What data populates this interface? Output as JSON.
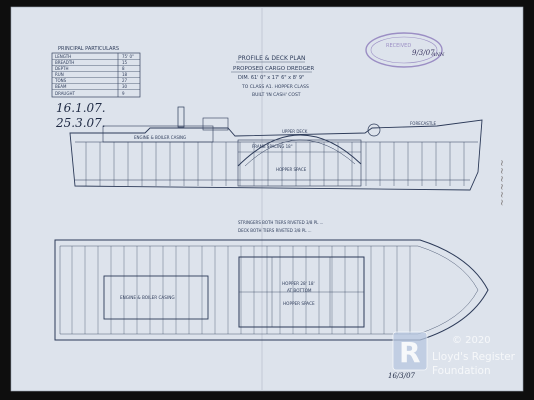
{
  "drawing": {
    "table_title": "PRINCIPAL PARTICULARS",
    "table_rows": [
      {
        "label": "LENGTH",
        "value": "75' 0\""
      },
      {
        "label": "BREADTH",
        "value": "15"
      },
      {
        "label": "DEPTH",
        "value": "8"
      },
      {
        "label": "RUN",
        "value": "18"
      },
      {
        "label": "TONS",
        "value": "27"
      },
      {
        "label": "BEAM",
        "value": "30"
      },
      {
        "label": "DRAUGHT",
        "value": "9"
      }
    ],
    "date_1": "16.1.07.",
    "date_2": "25.3.07.",
    "title_lines": [
      "PROFILE & DECK PLAN",
      "PROPOSED CARGO DREDGER",
      "DIM. 61' 0\" x 17' 6\" x 8' 9\"",
      "TO CLASS A1. HOPPER CLASS",
      "BUILT 'IN CASH' COST"
    ],
    "stamp_text": "RECEIVED",
    "stamp_date": "9/3/07",
    "stamp_note": "ANN",
    "profile_labels": {
      "engine_room": "ENGINE & BOILER CASING",
      "hopper_deck": "UPPER DECK",
      "forecastle": "FORECASTLE",
      "hopper_box": "HOPPER SPACE",
      "frame_note": "FRAME SPACING 18\""
    },
    "note_1": "STRINGERS BOTH TIERS RIVETED 3/8 PL ...",
    "note_2": "DECK BOTH TIERS RIVETED 3/8 PL ...",
    "deck_label_engine": "ENGINE & BOILER CASING",
    "deck_label_hopper_1": "HOPPER 28' 18'",
    "deck_label_hopper_2": "AT BOTTOM",
    "deck_label_hopper_3": "HOPPER SPACE",
    "watermark_year": "© 2020",
    "watermark_line1": "Lloyd's Register",
    "watermark_line2": "Foundation",
    "signature": "16/3/07"
  }
}
